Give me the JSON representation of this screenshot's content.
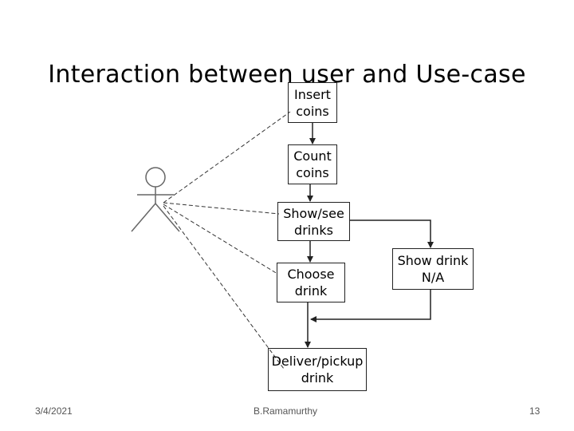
{
  "title": "Interaction between user and Use-case",
  "use_cases": {
    "insert_coins": "Insert\ncoins",
    "count_coins": "Count\ncoins",
    "show_see_drinks": "Show/see\ndrinks",
    "choose_drink": "Choose\ndrink",
    "show_drink_na": "Show drink\nN/A",
    "deliver_pickup": "Deliver/pickup\ndrink"
  },
  "actor": {
    "icon": "stick-figure-actor"
  },
  "footer": {
    "date": "3/4/2021",
    "author": "B.Ramamurthy",
    "page": "13"
  }
}
